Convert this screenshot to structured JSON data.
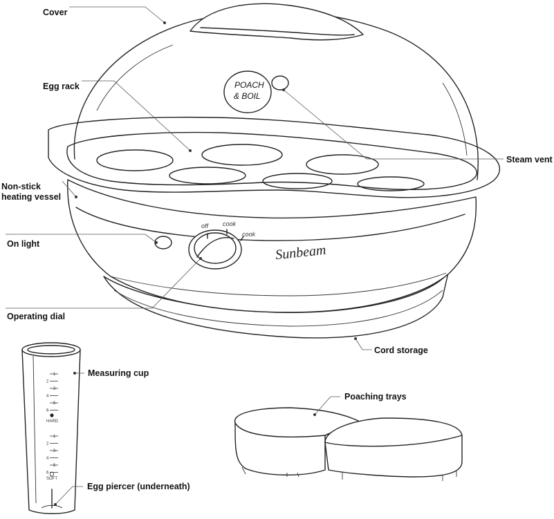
{
  "labels": {
    "cover": "Cover",
    "egg_rack": "Egg rack",
    "steam_vent": "Steam vent",
    "heating_vessel_line1": "Non-stick",
    "heating_vessel_line2": "heating vessel",
    "on_light": "On light",
    "operating_dial": "Operating dial",
    "cord_storage": "Cord storage",
    "measuring_cup": "Measuring cup",
    "poaching_trays": "Poaching trays",
    "egg_piercer": "Egg piercer (underneath)"
  },
  "badge": {
    "line1": "POACH",
    "line2": "& BOIL"
  },
  "brand": "Sunbeam",
  "dial": {
    "off": "off",
    "cook1": "cook",
    "cook2": "cook"
  },
  "cup": {
    "hard_marks": [
      "1",
      "2",
      "3",
      "4",
      "5",
      "6"
    ],
    "hard_label": "HARD",
    "soft_marks": [
      "1",
      "2",
      "3",
      "4",
      "5",
      "6"
    ],
    "soft_label": "SOFT"
  }
}
